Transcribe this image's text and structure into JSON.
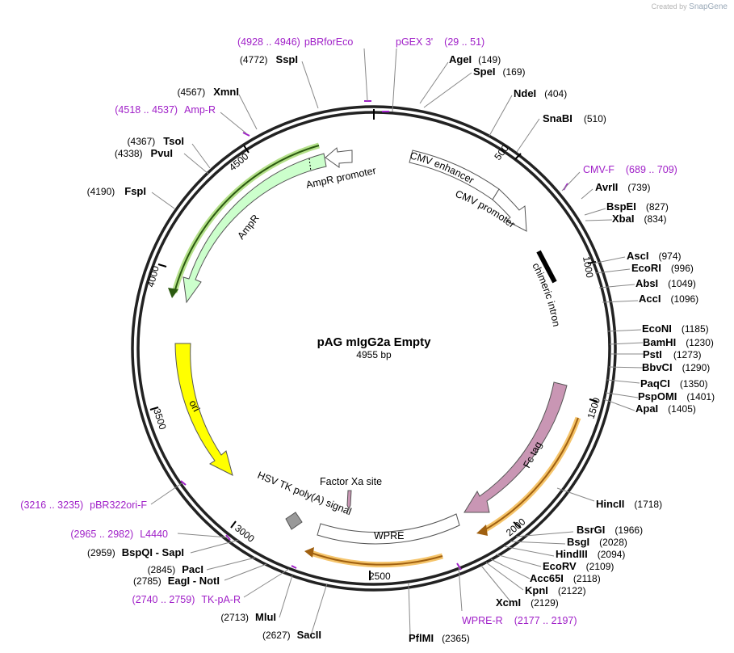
{
  "watermark": {
    "prefix": "Created by",
    "brand": "SnapGene"
  },
  "plasmid": {
    "name": "pAG mIgG2a Empty",
    "length_label": "4955 bp",
    "length": 4955
  },
  "ticks": [
    "500",
    "1000",
    "1500",
    "2000",
    "2500",
    "3000",
    "3500",
    "4000",
    "4500"
  ],
  "features": [
    {
      "name": "CMV enhancer",
      "color": "#ffffff"
    },
    {
      "name": "CMV promoter",
      "color": "#ffffff"
    },
    {
      "name": "chimeric intron",
      "color": "#000000"
    },
    {
      "name": "Fc tag",
      "color": "#c996b4"
    },
    {
      "name": "WPRE",
      "color": "#ffffff"
    },
    {
      "name": "Factor Xa site",
      "color": "#c996b4"
    },
    {
      "name": "HSV TK poly(A) signal",
      "color": "#999999"
    },
    {
      "name": "ori",
      "color": "#ffff00"
    },
    {
      "name": "AmpR",
      "color": "#ccffcc"
    },
    {
      "name": "AmpR promoter",
      "color": "#ffffff"
    }
  ],
  "primer_color": "#a020c8",
  "labels": [
    {
      "id": "pBRforEco",
      "name": "pBRforEco",
      "range": "(4928 .. 4946)",
      "kind": "primer"
    },
    {
      "id": "pGEX3",
      "name": "pGEX 3'",
      "range": "(29 .. 51)",
      "kind": "primer"
    },
    {
      "id": "AgeI",
      "name": "AgeI",
      "pos": "(149)",
      "kind": "enzyme"
    },
    {
      "id": "SpeI",
      "name": "SpeI",
      "pos": "(169)",
      "kind": "enzyme"
    },
    {
      "id": "NdeI",
      "name": "NdeI",
      "pos": "(404)",
      "kind": "enzyme"
    },
    {
      "id": "SnaBI",
      "name": "SnaBI",
      "pos": "(510)",
      "kind": "enzyme"
    },
    {
      "id": "CMVF",
      "name": "CMV-F",
      "range": "(689 .. 709)",
      "kind": "primer"
    },
    {
      "id": "AvrII",
      "name": "AvrII",
      "pos": "(739)",
      "kind": "enzyme"
    },
    {
      "id": "BspEI",
      "name": "BspEI",
      "pos": "(827)",
      "kind": "enzyme"
    },
    {
      "id": "XbaI",
      "name": "XbaI",
      "pos": "(834)",
      "kind": "enzyme"
    },
    {
      "id": "AscI",
      "name": "AscI",
      "pos": "(974)",
      "kind": "enzyme"
    },
    {
      "id": "EcoRI",
      "name": "EcoRI",
      "pos": "(996)",
      "kind": "enzyme"
    },
    {
      "id": "AbsI",
      "name": "AbsI",
      "pos": "(1049)",
      "kind": "enzyme"
    },
    {
      "id": "AccI",
      "name": "AccI",
      "pos": "(1096)",
      "kind": "enzyme"
    },
    {
      "id": "EcoNI",
      "name": "EcoNI",
      "pos": "(1185)",
      "kind": "enzyme"
    },
    {
      "id": "BamHI",
      "name": "BamHI",
      "pos": "(1230)",
      "kind": "enzyme"
    },
    {
      "id": "PstI",
      "name": "PstI",
      "pos": "(1273)",
      "kind": "enzyme"
    },
    {
      "id": "BbvCI",
      "name": "BbvCI",
      "pos": "(1290)",
      "kind": "enzyme"
    },
    {
      "id": "PaqCI",
      "name": "PaqCI",
      "pos": "(1350)",
      "kind": "enzyme"
    },
    {
      "id": "PspOMI",
      "name": "PspOMI",
      "pos": "(1401)",
      "kind": "enzyme"
    },
    {
      "id": "ApaI",
      "name": "ApaI",
      "pos": "(1405)",
      "kind": "enzyme"
    },
    {
      "id": "HincII",
      "name": "HincII",
      "pos": "(1718)",
      "kind": "enzyme"
    },
    {
      "id": "BsrGI",
      "name": "BsrGI",
      "pos": "(1966)",
      "kind": "enzyme"
    },
    {
      "id": "BsgI",
      "name": "BsgI",
      "pos": "(2028)",
      "kind": "enzyme"
    },
    {
      "id": "HindIII",
      "name": "HindIII",
      "pos": "(2094)",
      "kind": "enzyme"
    },
    {
      "id": "EcoRV",
      "name": "EcoRV",
      "pos": "(2109)",
      "kind": "enzyme"
    },
    {
      "id": "Acc65I",
      "name": "Acc65I",
      "pos": "(2118)",
      "kind": "enzyme"
    },
    {
      "id": "KpnI",
      "name": "KpnI",
      "pos": "(2122)",
      "kind": "enzyme"
    },
    {
      "id": "XcmI",
      "name": "XcmI",
      "pos": "(2129)",
      "kind": "enzyme"
    },
    {
      "id": "WPRER",
      "name": "WPRE-R",
      "range": "(2177 .. 2197)",
      "kind": "primer"
    },
    {
      "id": "PflMI",
      "name": "PflMI",
      "pos": "(2365)",
      "kind": "enzyme"
    },
    {
      "id": "SacII",
      "name": "SacII",
      "pos": "(2627)",
      "kind": "enzyme"
    },
    {
      "id": "MluI",
      "name": "MluI",
      "pos": "(2713)",
      "kind": "enzyme"
    },
    {
      "id": "TKpAR",
      "name": "TK-pA-R",
      "range": "(2740 .. 2759)",
      "kind": "primer"
    },
    {
      "id": "NotI",
      "name": "EagI - NotI",
      "pos": "(2785)",
      "kind": "enzyme"
    },
    {
      "id": "PacI",
      "name": "PacI",
      "pos": "(2845)",
      "kind": "enzyme"
    },
    {
      "id": "SapI",
      "name": "BspQI - SapI",
      "pos": "(2959)",
      "kind": "enzyme"
    },
    {
      "id": "L4440",
      "name": "L4440",
      "range": "(2965 .. 2982)",
      "kind": "primer"
    },
    {
      "id": "pBR322ori",
      "name": "pBR322ori-F",
      "range": "(3216 .. 3235)",
      "kind": "primer"
    },
    {
      "id": "FspI",
      "name": "FspI",
      "pos": "(4190)",
      "kind": "enzyme"
    },
    {
      "id": "PvuI",
      "name": "PvuI",
      "pos": "(4338)",
      "kind": "enzyme"
    },
    {
      "id": "TsoI",
      "name": "TsoI",
      "pos": "(4367)",
      "kind": "enzyme"
    },
    {
      "id": "AmpR_primer",
      "name": "Amp-R",
      "range": "(4518 .. 4537)",
      "kind": "primer"
    },
    {
      "id": "XmnI",
      "name": "XmnI",
      "pos": "(4567)",
      "kind": "enzyme"
    },
    {
      "id": "SspI",
      "name": "SspI",
      "pos": "(4772)",
      "kind": "enzyme"
    }
  ]
}
